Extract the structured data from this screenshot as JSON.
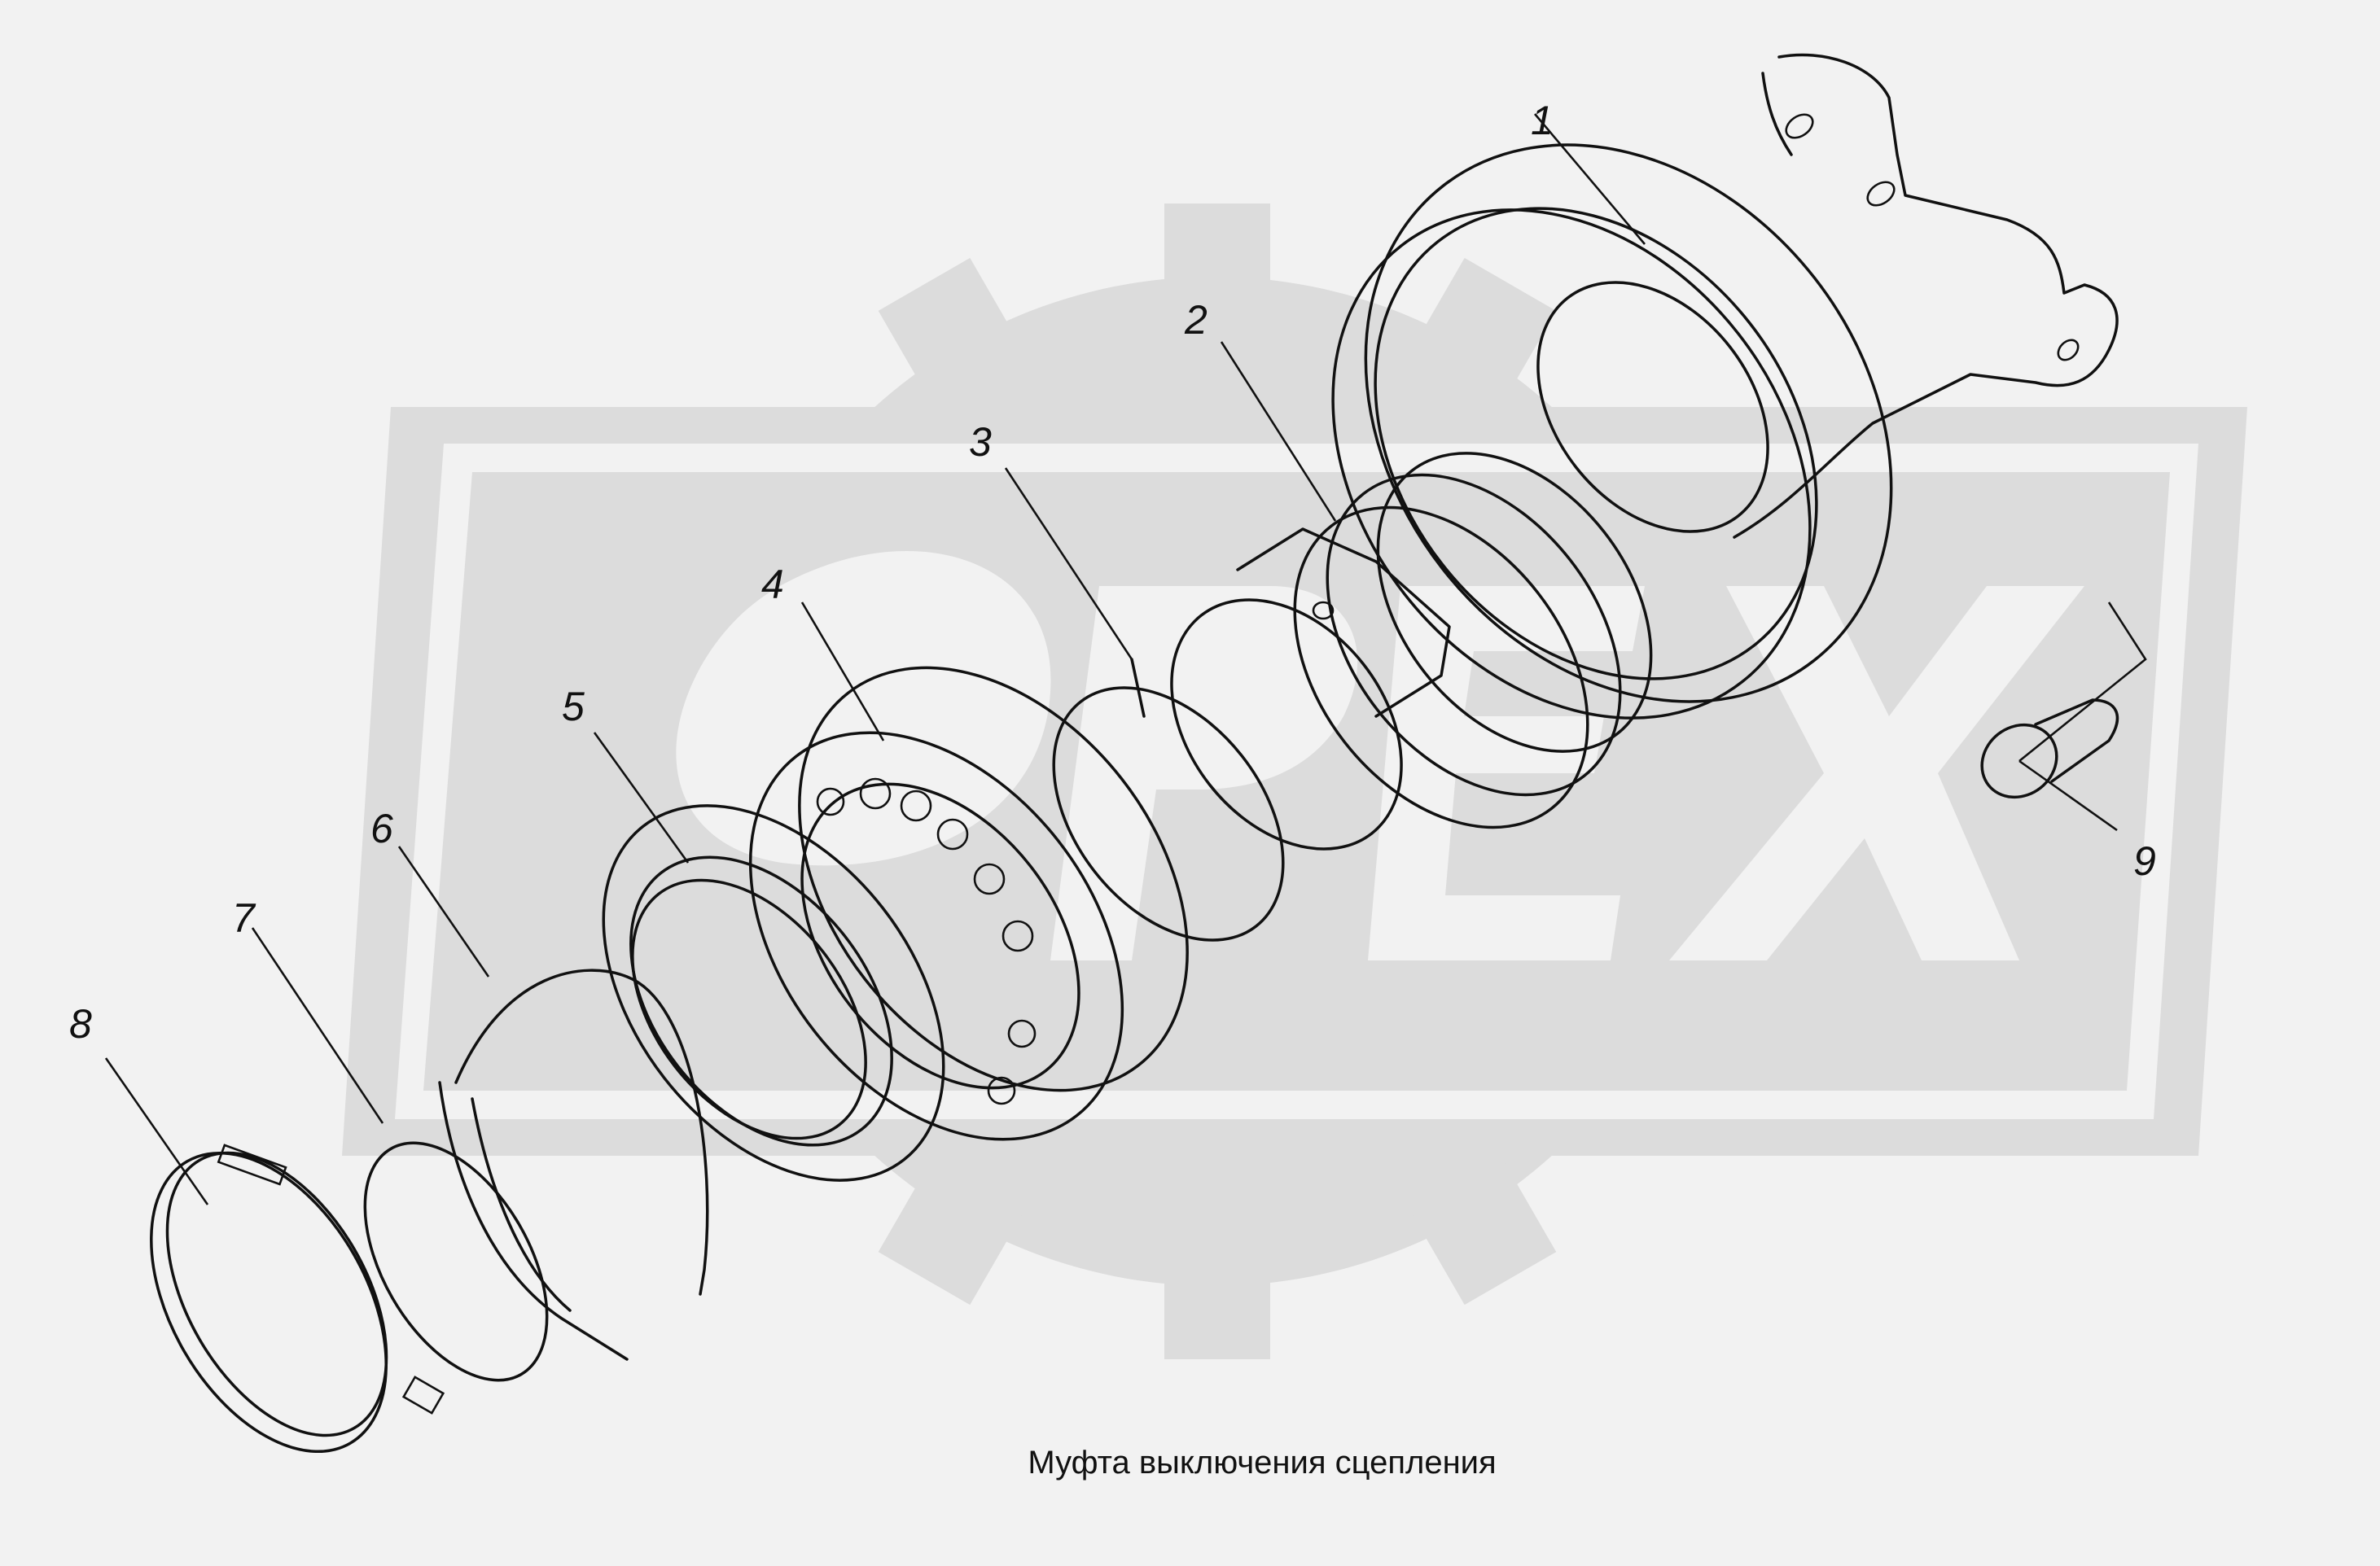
{
  "watermark": {
    "text": "OPEX",
    "color": "#dcdcdc"
  },
  "callouts": [
    {
      "id": "1",
      "label": "1"
    },
    {
      "id": "2",
      "label": "2"
    },
    {
      "id": "3",
      "label": "3"
    },
    {
      "id": "4",
      "label": "4"
    },
    {
      "id": "5",
      "label": "5"
    },
    {
      "id": "6",
      "label": "6"
    },
    {
      "id": "7",
      "label": "7"
    },
    {
      "id": "8",
      "label": "8"
    },
    {
      "id": "9",
      "label": "9"
    }
  ],
  "caption": "Муфта выключения сцепления",
  "colors": {
    "background": "#f2f2f2",
    "line": "#111111"
  }
}
